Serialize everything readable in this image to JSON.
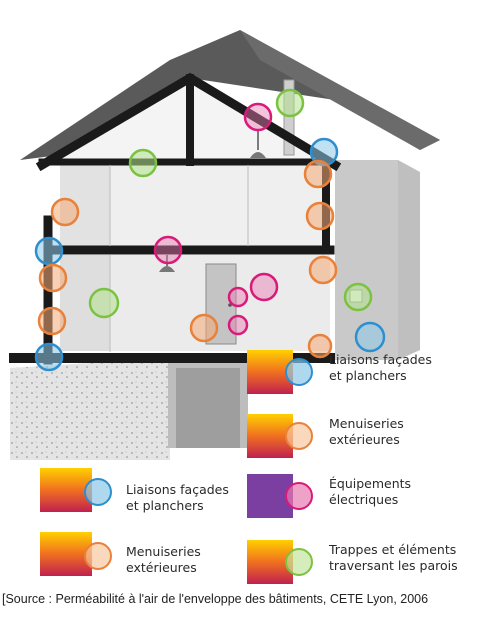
{
  "legend": [
    {
      "label": "Liaisons façades\net planchers",
      "color": "#2e8fd0",
      "fill": "#8cc8e6",
      "kind": "slab"
    },
    {
      "label": "Menuiseries\nextérieures",
      "color": "#e8813a",
      "fill": "#f6c7a0",
      "kind": "window"
    },
    {
      "label": "Équipements\nélectriques",
      "color": "#d81b7a",
      "fill": "#e87bb0",
      "kind": "socket"
    },
    {
      "label": "Trappes et éléments\ntraversant les parois",
      "color": "#7cc242",
      "fill": "#c2e59d",
      "kind": "trap"
    }
  ],
  "source": "[Source : Perméabilité à l'air de l'enveloppe des bâtiments, CETE Lyon, 2006",
  "colors": {
    "blue": "#2e8fd0",
    "orange": "#e8813a",
    "magenta": "#d81b7a",
    "green": "#7cc242",
    "roof": "#5a5a5a",
    "wall": "#d9d9d9",
    "structure": "#1a1a1a"
  }
}
